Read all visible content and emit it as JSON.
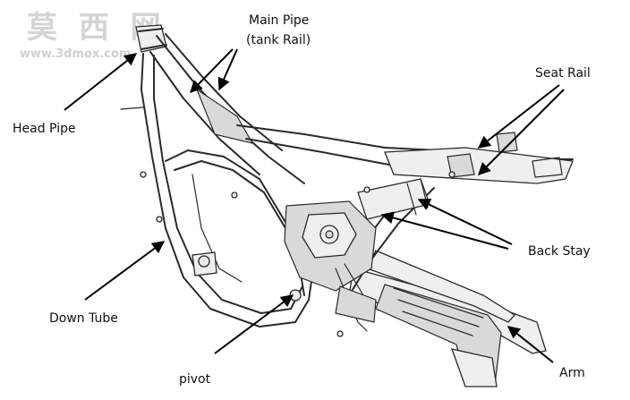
{
  "watermark": {
    "chinese": "莫 西 网",
    "url": "www.3dmox.com"
  },
  "labels": {
    "main_pipe_line1": "Main Pipe",
    "main_pipe_line2": "(tank Rail)",
    "seat_rail": "Seat Rail",
    "head_pipe": "Head Pipe",
    "back_stay": "Back Stay",
    "down_tube": "Down Tube",
    "pivot": "pivot",
    "arm": "Arm"
  },
  "colors": {
    "ink": "#111111",
    "watermark": "#d4d4d4",
    "frame_shade": "#d9d9d9"
  }
}
